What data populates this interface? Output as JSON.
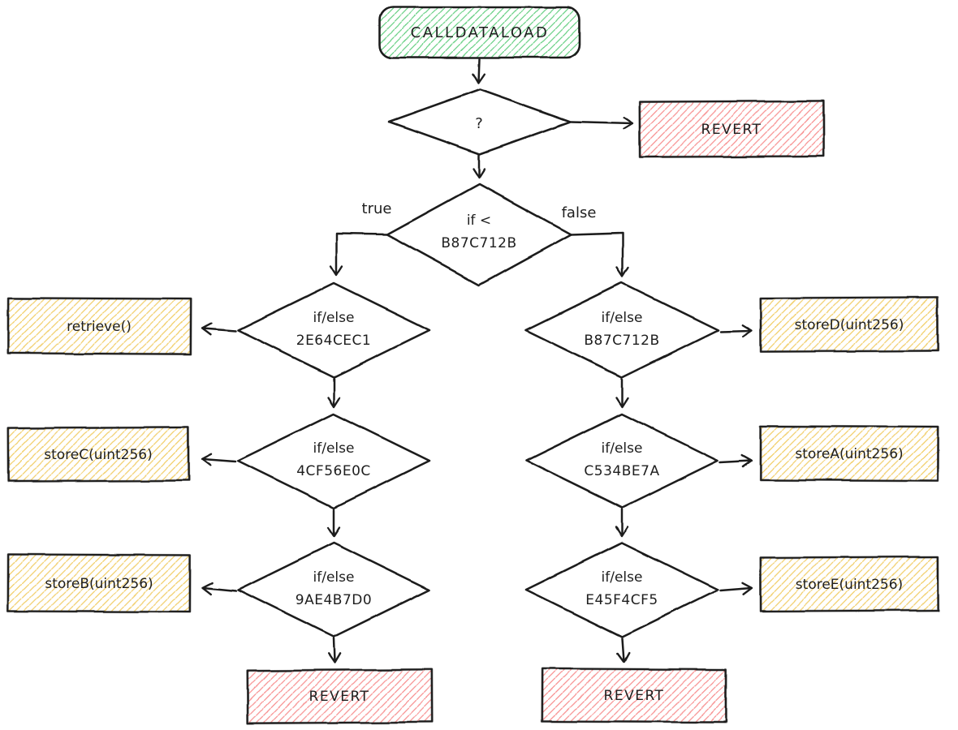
{
  "diagram": {
    "nodes": {
      "start": {
        "label": "CALLDATALOAD"
      },
      "selector_question": {
        "label": "?"
      },
      "revert_top": {
        "label": "REVERT"
      },
      "split": {
        "line1": "if <",
        "line2": "B87C712B"
      },
      "edge_true_label": "true",
      "edge_false_label": "false",
      "left_chain": [
        {
          "line1": "if/else",
          "line2": "2E64CEC1",
          "target": "retrieve()"
        },
        {
          "line1": "if/else",
          "line2": "4CF56E0C",
          "target": "storeC(uint256)"
        },
        {
          "line1": "if/else",
          "line2": "9AE4B7D0",
          "target": "storeB(uint256)"
        }
      ],
      "revert_left": {
        "label": "REVERT"
      },
      "right_chain": [
        {
          "line1": "if/else",
          "line2": "B87C712B",
          "target": "storeD(uint256)"
        },
        {
          "line1": "if/else",
          "line2": "C534BE7A",
          "target": "storeA(uint256)"
        },
        {
          "line1": "if/else",
          "line2": "E45F4CF5",
          "target": "storeE(uint256)"
        }
      ],
      "revert_right": {
        "label": "REVERT"
      }
    },
    "colors": {
      "stroke": "#1e1e1e",
      "green_hatch": "#6fd38a",
      "red_hatch": "#f89090",
      "yellow_hatch": "#f2cf66"
    }
  }
}
